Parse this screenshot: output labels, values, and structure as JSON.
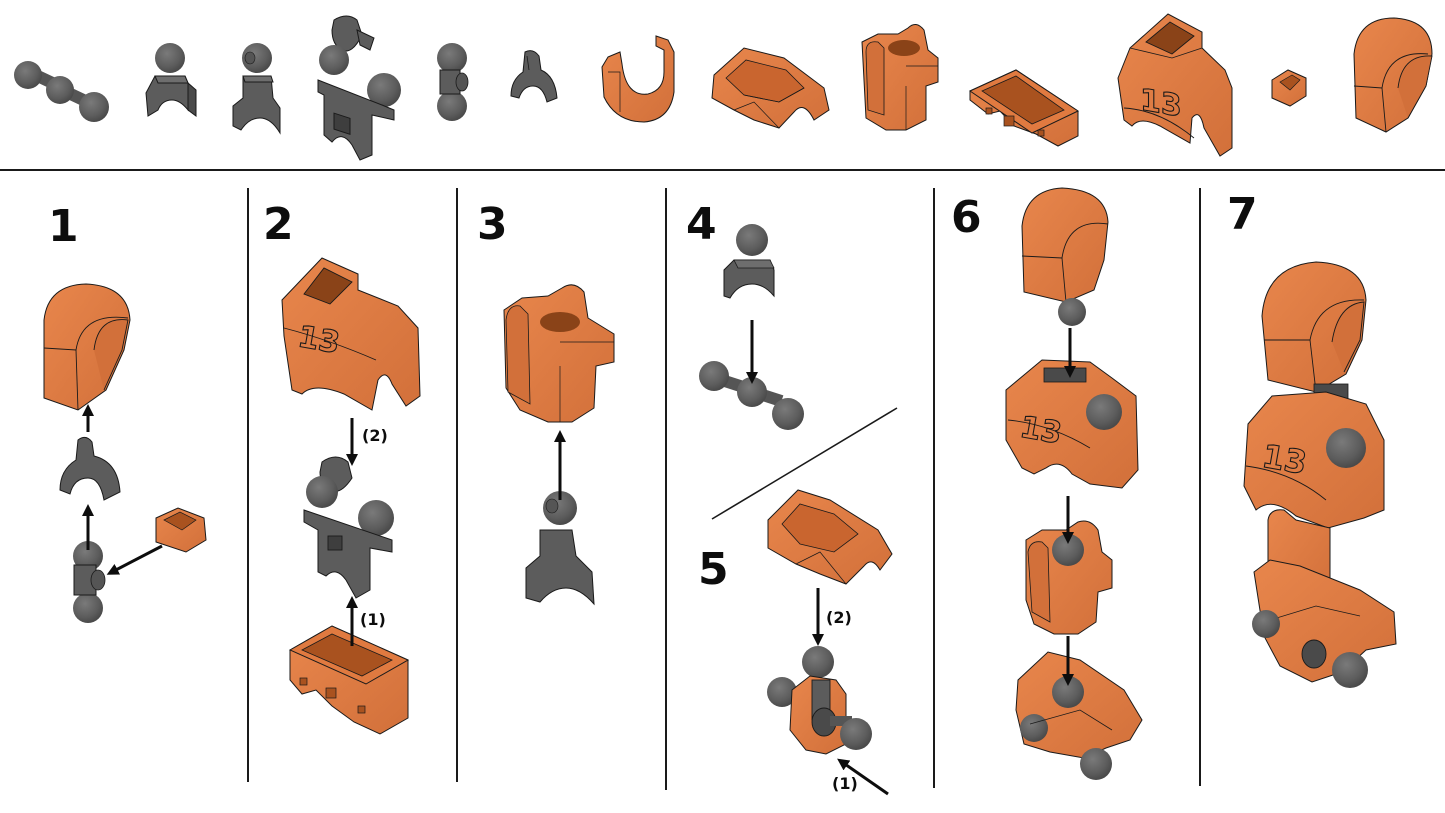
{
  "diagram": {
    "type": "assembly-instructions",
    "colors": {
      "orange_part": "#E07A40",
      "orange_shade": "#C9652F",
      "orange_dark": "#A9521F",
      "gray_part": "#5C5C5C",
      "gray_shade": "#4A4A4A",
      "gray_light": "#6E6E6E",
      "outline": "#1A1A1A",
      "arrow": "#0D0D0D",
      "background": "#FFFFFF"
    },
    "parts_row": {
      "parts": [
        {
          "id": "p1",
          "name": "triple-ball-joint",
          "color": "gray"
        },
        {
          "id": "p2",
          "name": "ball-clip-joint-a",
          "color": "gray"
        },
        {
          "id": "p3",
          "name": "ball-clip-joint-b",
          "color": "gray"
        },
        {
          "id": "p4",
          "name": "shoulder-frame",
          "color": "gray"
        },
        {
          "id": "p5",
          "name": "double-ball-connector",
          "color": "gray"
        },
        {
          "id": "p6",
          "name": "small-clip",
          "color": "gray"
        },
        {
          "id": "p7",
          "name": "hip-cuff",
          "color": "orange"
        },
        {
          "id": "p8",
          "name": "pelvis-shell",
          "color": "orange"
        },
        {
          "id": "p9",
          "name": "waist-shell",
          "color": "orange"
        },
        {
          "id": "p10",
          "name": "chest-base-block",
          "color": "orange"
        },
        {
          "id": "p11",
          "name": "chest-shell",
          "color": "orange",
          "engraving": "13"
        },
        {
          "id": "p12",
          "name": "neck-clip",
          "color": "orange"
        },
        {
          "id": "p13",
          "name": "head",
          "color": "orange"
        }
      ]
    },
    "steps": [
      {
        "number": "1",
        "label": "1",
        "description": "Head assembly: neck clip inserted into connector, clip attaches to head"
      },
      {
        "number": "2",
        "label": "2",
        "description": "Chest assembly",
        "sub_labels": [
          "(2)",
          "(1)"
        ]
      },
      {
        "number": "3",
        "label": "3",
        "description": "Waist assembly"
      },
      {
        "number": "4",
        "label": "4",
        "description": "Hip joint onto triple-ball joint"
      },
      {
        "number": "5",
        "label": "5",
        "description": "Pelvis assembly",
        "sub_labels": [
          "(2)",
          "(1)"
        ]
      },
      {
        "number": "6",
        "label": "6",
        "description": "Stack head, chest, waist, pelvis"
      },
      {
        "number": "7",
        "label": "7",
        "description": "Completed figure"
      }
    ],
    "engraving_text": "13"
  }
}
